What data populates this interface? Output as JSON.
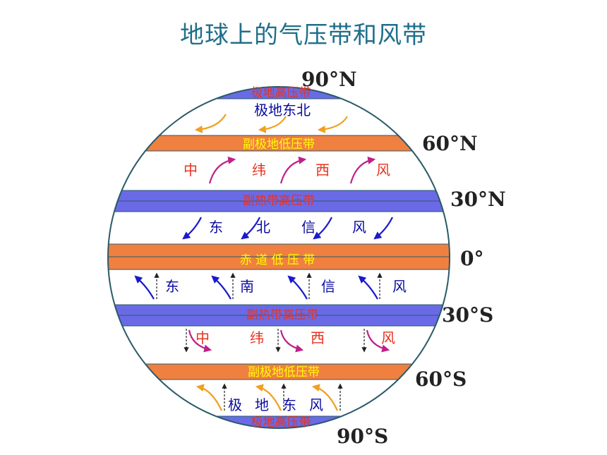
{
  "title": "地球上的气压带和风带",
  "colors": {
    "high_belt": "#6a6ae6",
    "low_belt": "#f08040",
    "outline": "#2a5a6a",
    "orange_arrow": "#f0a020",
    "magenta_arrow": "#c0208a",
    "blue_arrow": "#1a1acc",
    "label_red": "#e8321e",
    "label_yellow": "#ffff00",
    "label_blue": "#0a0aa0",
    "westerly_text": "#e8321e"
  },
  "latitudes": [
    "90°N",
    "60°N",
    "30°N",
    "0°",
    "30°S",
    "60°S",
    "90°S"
  ],
  "belts": {
    "north_polar_high": "极地高压带",
    "north_subpolar_low": "副极地低压带",
    "north_subtropical_high": "副热带高压带",
    "equatorial_low": "赤 道 低 压 带",
    "south_subtropical_high": "副热带高压带",
    "south_subpolar_low": "副极地低压带",
    "south_polar_high": "极地高压带"
  },
  "winds": {
    "north_polar_easterly": "极地东北",
    "north_westerly": [
      "中",
      "纬",
      "西",
      "风"
    ],
    "north_trade": [
      "东",
      "北",
      "信",
      "风"
    ],
    "south_trade": [
      "东",
      "南",
      "信",
      "风"
    ],
    "south_westerly": [
      "中",
      "纬",
      "西",
      "风"
    ],
    "south_polar_easterly": [
      "极",
      "地",
      "东",
      "风"
    ]
  }
}
